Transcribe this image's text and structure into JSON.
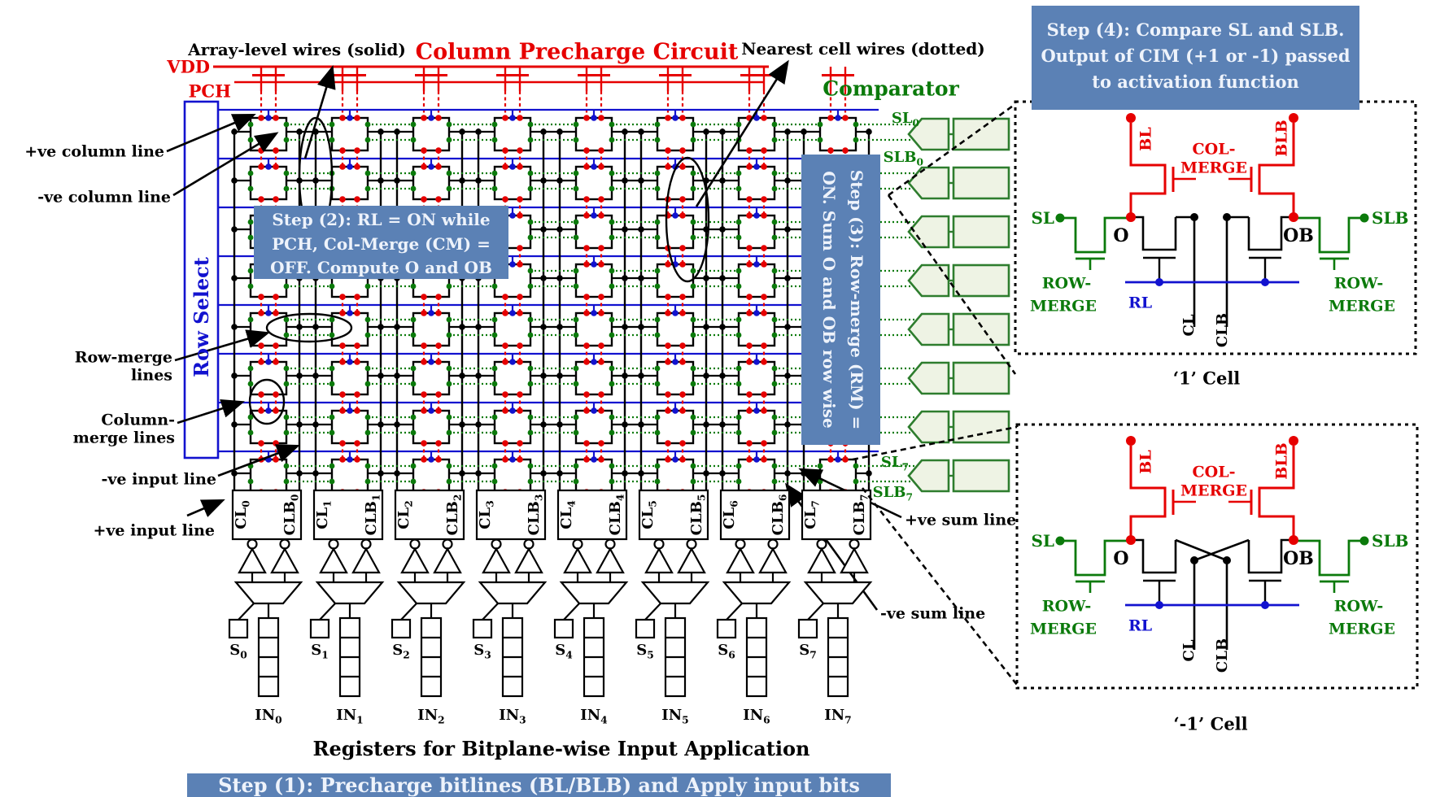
{
  "colors": {
    "red": "#e60000",
    "blue": "#1212cf",
    "green": "#0b7a0b",
    "step_box": "#5b81b5",
    "step_text": "#eef3fb",
    "comparator_fill": "#eef3e4",
    "comparator_stroke": "#2e7d2e",
    "black": "#000000"
  },
  "top": {
    "array_wires_label": "Array-level wires (solid)",
    "title": "Column Precharge Circuit",
    "nearest_wires_label": "Nearest cell wires (dotted)",
    "vdd": "VDD",
    "pch": "PCH",
    "comparator": "Comparator"
  },
  "side": {
    "pos_column": "+ve column line",
    "neg_column": "-ve column line",
    "row_select": "Row Select",
    "row_merge": [
      "Row-merge",
      "lines"
    ],
    "col_merge": [
      "Column-",
      "merge lines"
    ],
    "neg_input": "-ve input line",
    "pos_input": "+ve input line",
    "pos_sum": "+ve sum line",
    "neg_sum": "-ve sum line"
  },
  "signals": {
    "sl0": {
      "base": "SL",
      "sub": "0"
    },
    "slb0": {
      "base": "SLB",
      "sub": "0"
    },
    "sl7": {
      "base": "SL",
      "sub": "7"
    },
    "slb7": {
      "base": "SLB",
      "sub": "7"
    }
  },
  "steps": {
    "step1": "Step (1):  Precharge bitlines (BL/BLB) and Apply input bits",
    "step2": [
      "Step (2):  RL = ON while",
      "PCH, Col-Merge (CM) =",
      "OFF. Compute O and OB"
    ],
    "step3": [
      "Step (3):  Row-merge (RM) =",
      "ON. Sum O and OB row wise"
    ],
    "step4": [
      "Step (4): Compare SL and SLB.",
      "Output of CIM (+1 or -1) passed",
      "to activation function"
    ]
  },
  "registers": {
    "title": "Registers for Bitplane-wise Input Application",
    "columns": [
      {
        "cl": {
          "base": "CL",
          "sub": "0"
        },
        "clb": {
          "base": "CLB",
          "sub": "0"
        },
        "s": {
          "base": "S",
          "sub": "0"
        },
        "in": {
          "base": "IN",
          "sub": "0"
        }
      },
      {
        "cl": {
          "base": "CL",
          "sub": "1"
        },
        "clb": {
          "base": "CLB",
          "sub": "1"
        },
        "s": {
          "base": "S",
          "sub": "1"
        },
        "in": {
          "base": "IN",
          "sub": "1"
        }
      },
      {
        "cl": {
          "base": "CL",
          "sub": "2"
        },
        "clb": {
          "base": "CLB",
          "sub": "2"
        },
        "s": {
          "base": "S",
          "sub": "2"
        },
        "in": {
          "base": "IN",
          "sub": "2"
        }
      },
      {
        "cl": {
          "base": "CL",
          "sub": "3"
        },
        "clb": {
          "base": "CLB",
          "sub": "3"
        },
        "s": {
          "base": "S",
          "sub": "3"
        },
        "in": {
          "base": "IN",
          "sub": "3"
        }
      },
      {
        "cl": {
          "base": "CL",
          "sub": "4"
        },
        "clb": {
          "base": "CLB",
          "sub": "4"
        },
        "s": {
          "base": "S",
          "sub": "4"
        },
        "in": {
          "base": "IN",
          "sub": "4"
        }
      },
      {
        "cl": {
          "base": "CL",
          "sub": "5"
        },
        "clb": {
          "base": "CLB",
          "sub": "5"
        },
        "s": {
          "base": "S",
          "sub": "5"
        },
        "in": {
          "base": "IN",
          "sub": "5"
        }
      },
      {
        "cl": {
          "base": "CL",
          "sub": "6"
        },
        "clb": {
          "base": "CLB",
          "sub": "6"
        },
        "s": {
          "base": "S",
          "sub": "6"
        },
        "in": {
          "base": "IN",
          "sub": "6"
        }
      },
      {
        "cl": {
          "base": "CL",
          "sub": "7"
        },
        "clb": {
          "base": "CLB",
          "sub": "7"
        },
        "s": {
          "base": "S",
          "sub": "7"
        },
        "in": {
          "base": "IN",
          "sub": "7"
        }
      }
    ]
  },
  "array": {
    "rows": 8,
    "cols": 8,
    "comparators": 8
  },
  "cell_details": [
    {
      "caption": "‘1’ Cell",
      "crossed": false,
      "labels": {
        "bl": "BL",
        "blb": "BLB",
        "col_merge": [
          "COL-",
          "MERGE"
        ],
        "sl": "SL",
        "slb": "SLB",
        "o": "O",
        "ob": "OB",
        "row_merge": [
          "ROW-",
          "MERGE"
        ],
        "rl": "RL",
        "cl": "CL",
        "clb": "CLB"
      }
    },
    {
      "caption": "‘-1’ Cell",
      "crossed": true,
      "labels": {
        "bl": "BL",
        "blb": "BLB",
        "col_merge": [
          "COL-",
          "MERGE"
        ],
        "sl": "SL",
        "slb": "SLB",
        "o": "O",
        "ob": "OB",
        "row_merge": [
          "ROW-",
          "MERGE"
        ],
        "rl": "RL",
        "cl": "CL",
        "clb": "CLB"
      }
    }
  ]
}
